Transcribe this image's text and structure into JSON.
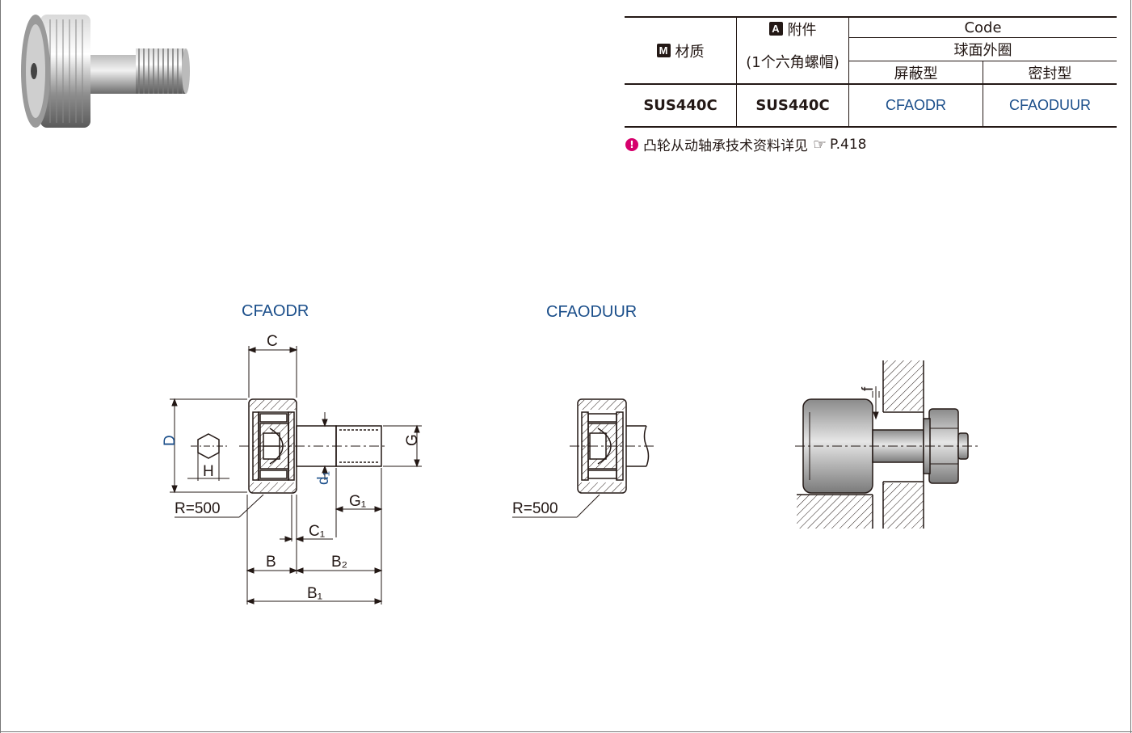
{
  "table": {
    "material_header": "材质",
    "material_badge": "M",
    "accessory_header": "附件",
    "accessory_badge": "A",
    "accessory_sub": "(1个六角螺帽)",
    "code_header": "Code",
    "code_sub": "球面外圈",
    "shield_type": "屏蔽型",
    "seal_type": "密封型",
    "material_value": "SUS440C",
    "accessory_value": "SUS440C",
    "code_shield": "CFAODR",
    "code_seal": "CFAODUUR"
  },
  "note": {
    "icon": "warning-icon",
    "text": "凸轮从动轴承技术资料详见",
    "page": "P.418"
  },
  "drawings": {
    "left_title": "CFAODR",
    "mid_title": "CFAODUUR",
    "radius_left": "R=500",
    "radius_mid": "R=500",
    "labels": {
      "C": "C",
      "D": "D",
      "H": "H",
      "d1": "d₁",
      "G": "G",
      "G1": "G₁",
      "C1": "C₁",
      "B": "B",
      "B2": "B₂",
      "B1": "B₁",
      "f": "f"
    }
  }
}
